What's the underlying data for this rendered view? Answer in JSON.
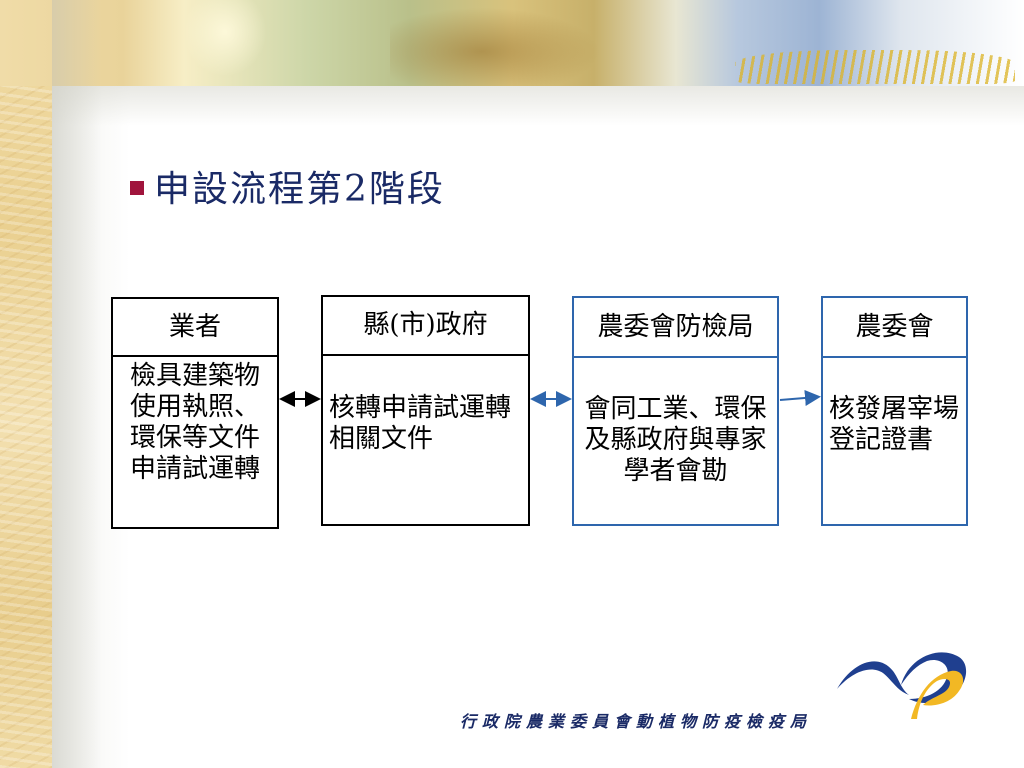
{
  "slide": {
    "title": "申設流程第2階段",
    "organization": "行政院農業委員會動植物防疫檢疫局"
  },
  "flow": {
    "box1": {
      "header": "業者",
      "body": "檢具建築物使用執照、環保等文件申請試運轉"
    },
    "box2": {
      "header": "縣(市)政府",
      "body": "核轉申請試運轉相關文件"
    },
    "box3": {
      "header": "農委會防檢局",
      "body": "會同工業、環保及縣政府與專家學者會勘"
    },
    "box4": {
      "header": "農委會",
      "body": "核發屠宰場登記證書"
    }
  },
  "colors": {
    "title": "#1a2a66",
    "bullet": "#a0143c",
    "blue_border": "#2e66ad",
    "logo_blue": "#1f3f8f",
    "logo_gold": "#f2b824"
  }
}
